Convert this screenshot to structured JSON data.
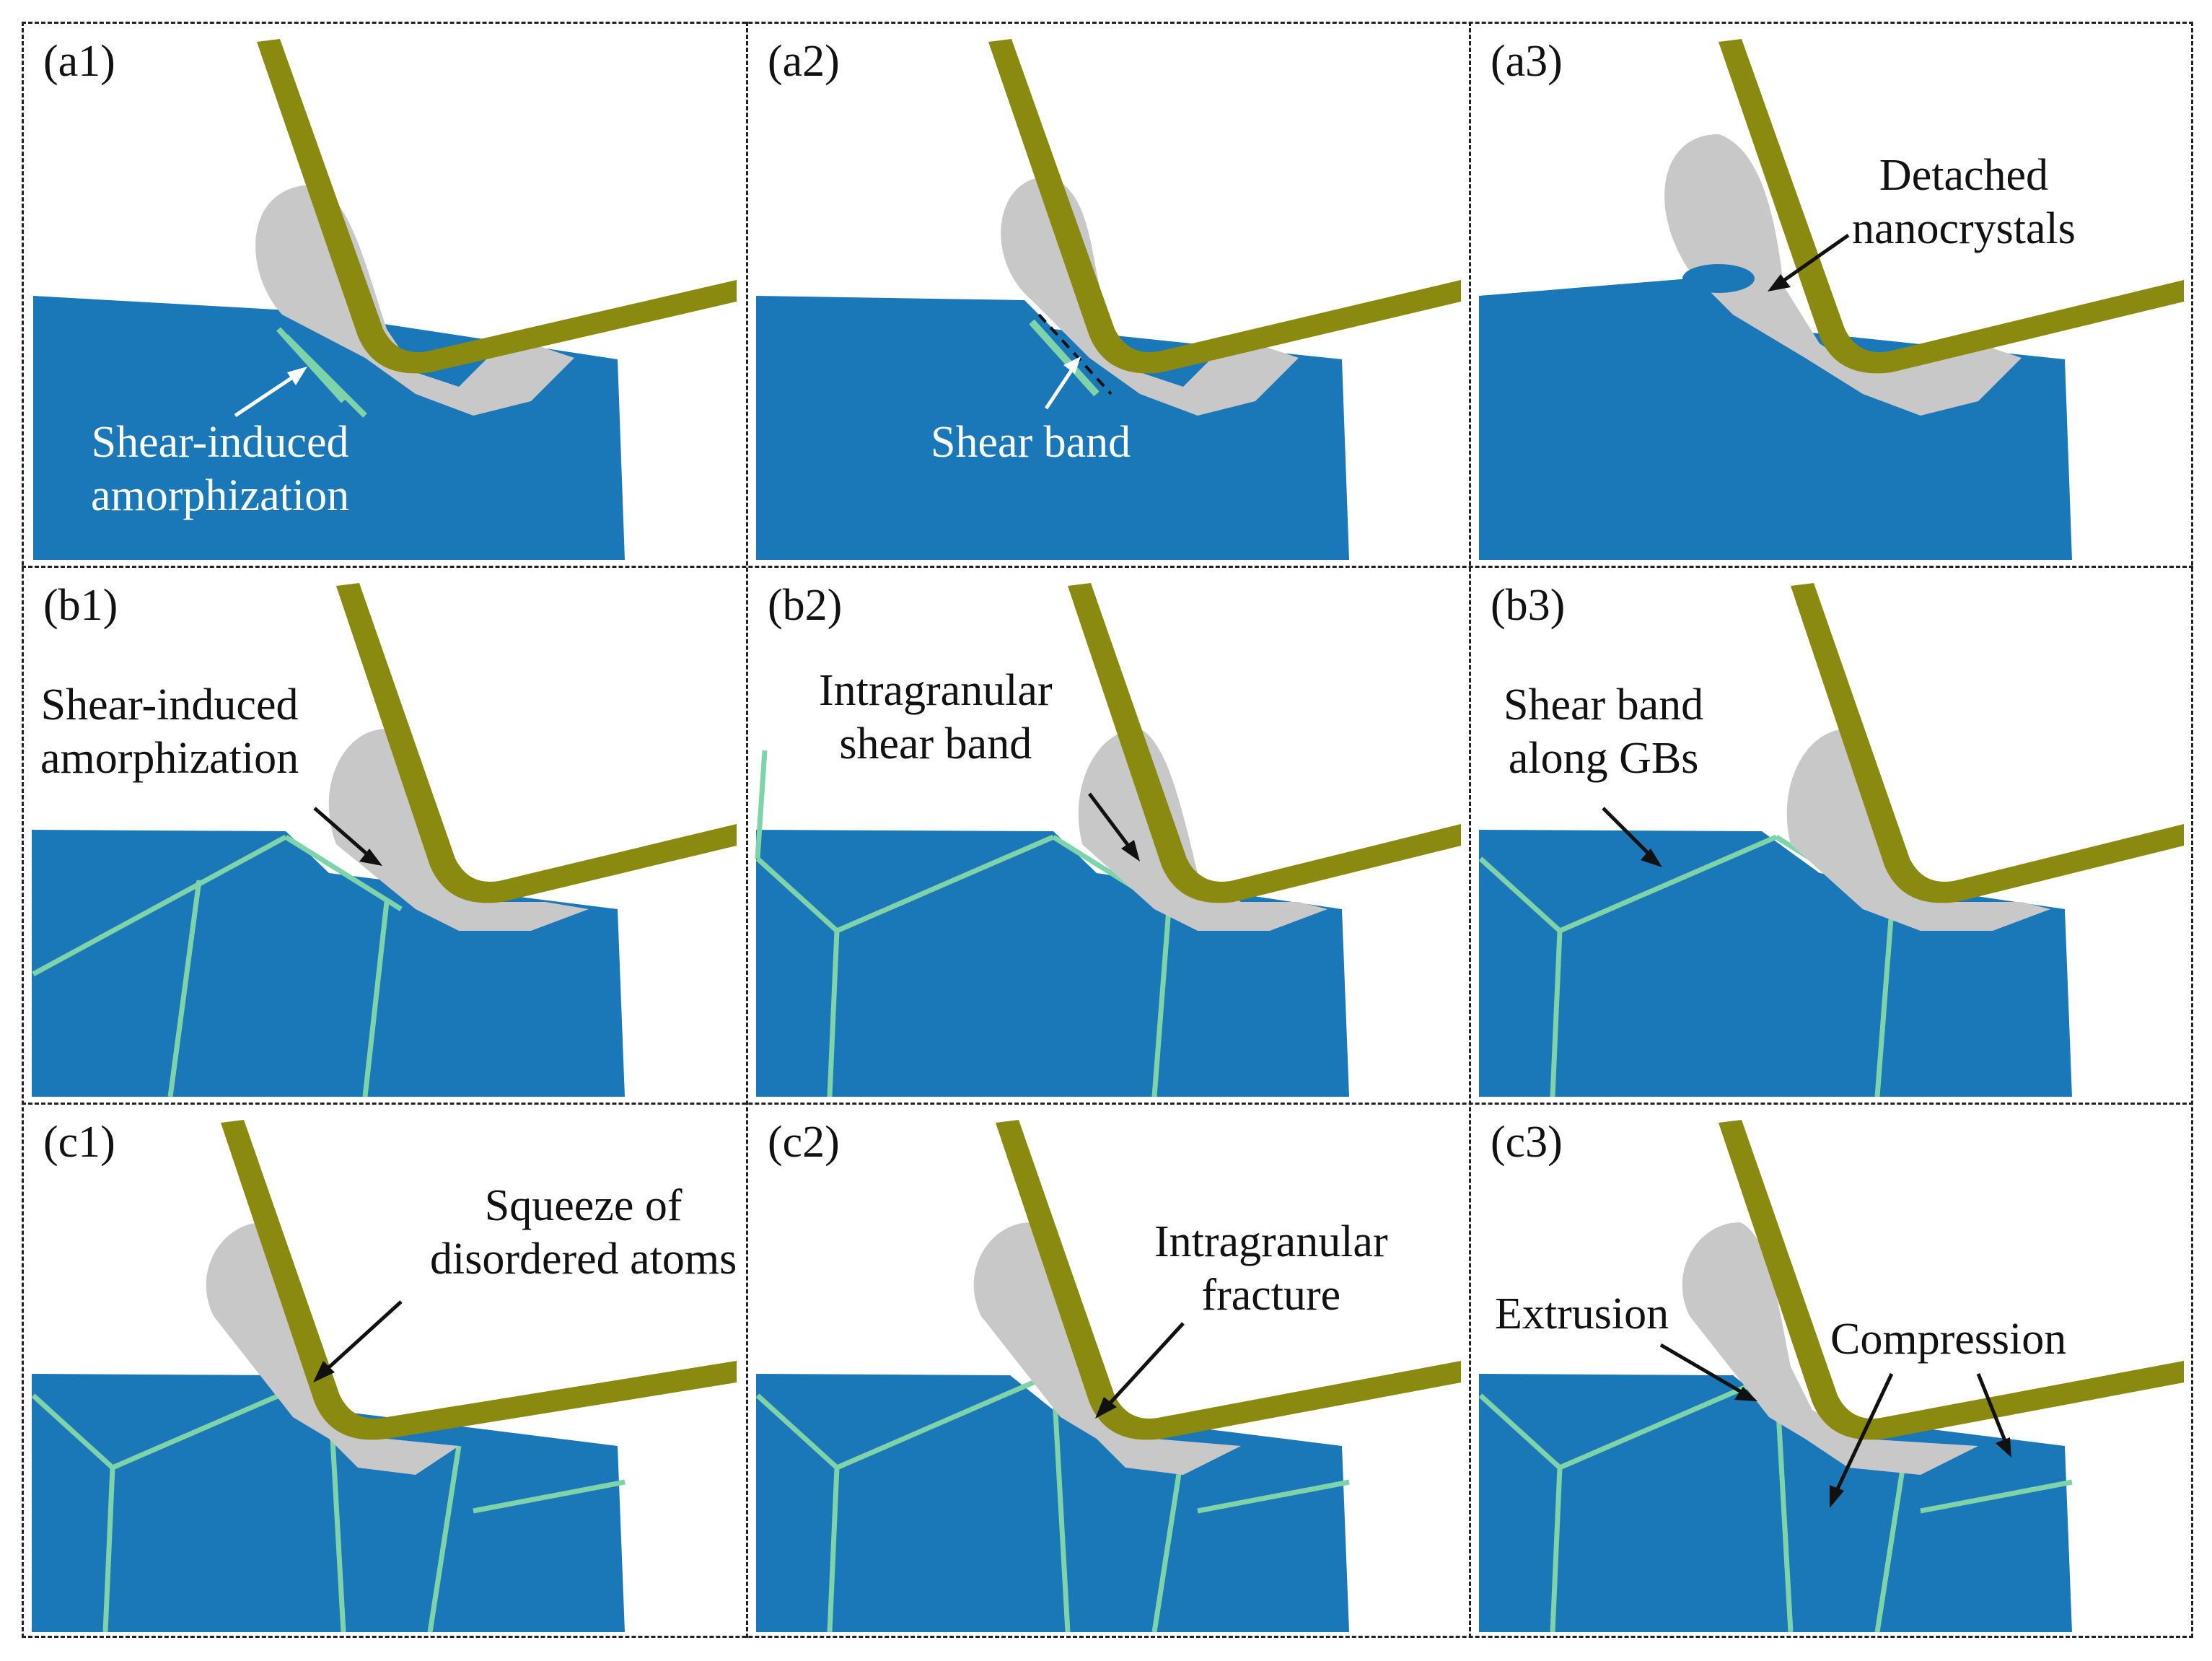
{
  "panels": [
    {
      "id": "a1",
      "label": "(a1)",
      "annotations": [
        "Shear-induced amorphization"
      ]
    },
    {
      "id": "a2",
      "label": "(a2)",
      "annotations": [
        "Shear band"
      ]
    },
    {
      "id": "a3",
      "label": "(a3)",
      "annotations": [
        "Detached nanocrystals"
      ]
    },
    {
      "id": "b1",
      "label": "(b1)",
      "annotations": [
        "Shear-induced amorphization"
      ]
    },
    {
      "id": "b2",
      "label": "(b2)",
      "annotations": [
        "Intragranular shear band"
      ]
    },
    {
      "id": "b3",
      "label": "(b3)",
      "annotations": [
        "Shear band along GBs"
      ]
    },
    {
      "id": "c1",
      "label": "(c1)",
      "annotations": [
        "Squeeze of disordered atoms"
      ]
    },
    {
      "id": "c2",
      "label": "(c2)",
      "annotations": [
        "Intragranular fracture"
      ]
    },
    {
      "id": "c3",
      "label": "(c3)",
      "annotations": [
        "Extrusion",
        "Compression"
      ]
    }
  ],
  "text": {
    "a1_l1": "Shear-induced",
    "a1_l2": "amorphization",
    "a2_l1": "Shear band",
    "a3_l1": "Detached",
    "a3_l2": "nanocrystals",
    "b1_l1": "Shear-induced",
    "b1_l2": "amorphization",
    "b2_l1": "Intragranular",
    "b2_l2": "shear band",
    "b3_l1": "Shear band",
    "b3_l2": "along GBs",
    "c1_l1": "Squeeze of",
    "c1_l2": "disordered atoms",
    "c2_l1": "Intragranular",
    "c2_l2": "fracture",
    "c3_l1": "Extrusion",
    "c3_l2": "Compression"
  },
  "colors": {
    "workpiece": "#1a78b8",
    "grain_boundary": "#7fd3a8",
    "chip": "#c8c8c8",
    "tool": "#8a8a10",
    "frame": "#222222"
  }
}
